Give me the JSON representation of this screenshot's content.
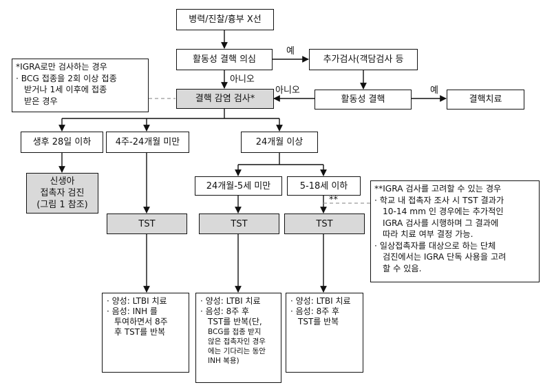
{
  "boxes": {
    "start": "병력/진찰/흉부 X선",
    "suspect": "활동성 결핵 의심",
    "extra": "추가검사(객담검사 등",
    "infection": "결핵 감염 검사*",
    "active": "활동성 결핵",
    "treat": "결핵치료",
    "age1": "생후 28일 이하",
    "age2": "4주-24개월 미만",
    "age3": "24개월 이상",
    "age3a": "24개월-5세 미만",
    "age3b": "5-18세 이하",
    "newborn": [
      "신생아",
      "접촉자 검진",
      "(그림 1 참조)"
    ],
    "tst": "TST"
  },
  "labels": {
    "yes": "예",
    "no": "아니오",
    "star2": "**"
  },
  "note_igra": {
    "title": "*IGRA로만 검사하는 경우",
    "lines": [
      "· BCG 접종을 2회 이상 접종",
      "받거나 1세 이후에 접종",
      "받은 경우"
    ]
  },
  "note_igra2": {
    "title": "**IGRA 검사를 고려할 수 있는 경우",
    "lines": [
      "· 학교 내 접촉자 조사 시 TST 결과가",
      "10-14 mm 인 경우에는 추가적인",
      "IGRA 검사를 시행하며 그 결과에",
      "따라 치료 여부 결정 가능.",
      "· 일상접촉자를 대상으로 하는 단체",
      "검진에서는 IGRA 단독 사용을 고려",
      "할 수 있음."
    ]
  },
  "results": {
    "r1": [
      "· 양성: LTBI 치료",
      "· 음성: INH 를",
      "투여하면서 8주",
      "후 TST를 반복"
    ],
    "r2": [
      "· 양성: LTBI 치료",
      "· 음성: 8주 후",
      "TST를 반복(단,",
      "BCG를 접종 받지",
      "않은 접촉자인 경우",
      "에는 기다리는 동안",
      "INH 복용)"
    ],
    "r3": [
      "· 양성: LTBI 치료",
      "· 음성: 8주 후",
      "TST를 반복"
    ]
  }
}
